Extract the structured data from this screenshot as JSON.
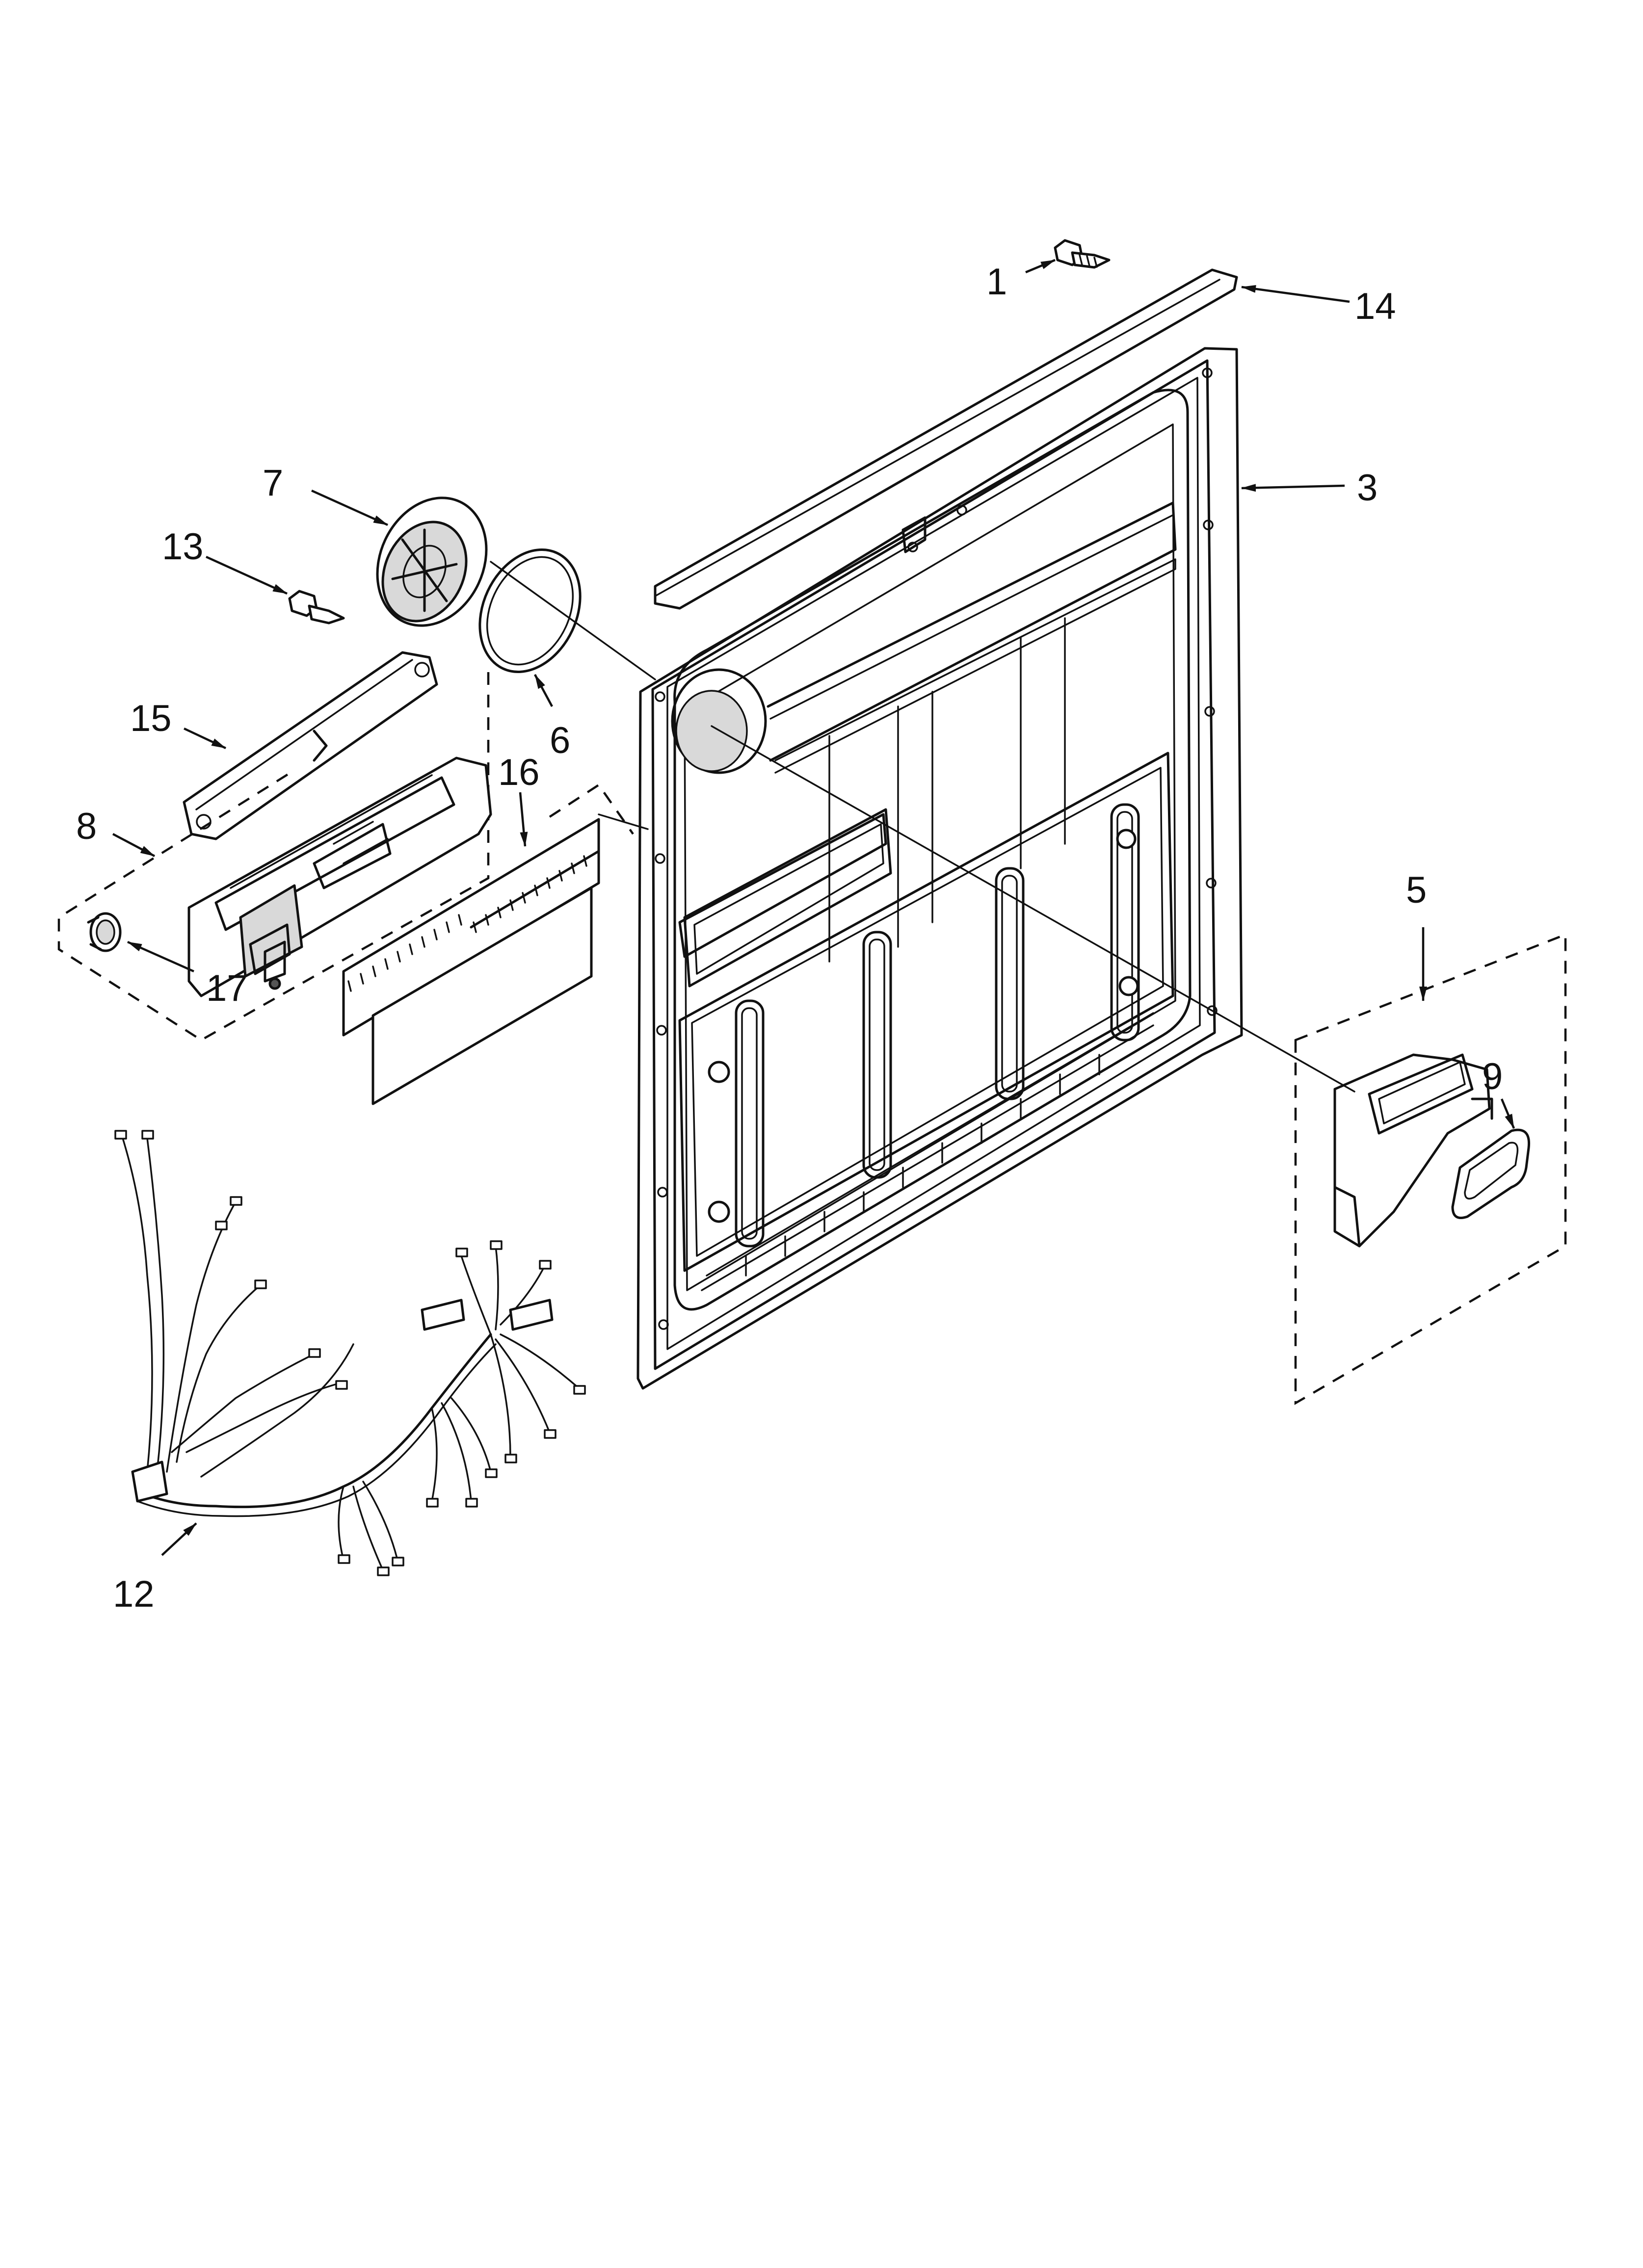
{
  "diagram": {
    "callouts": [
      {
        "id": "1",
        "text": "1"
      },
      {
        "id": "14",
        "text": "14"
      },
      {
        "id": "3",
        "text": "3"
      },
      {
        "id": "7",
        "text": "7"
      },
      {
        "id": "13",
        "text": "13"
      },
      {
        "id": "6",
        "text": "6"
      },
      {
        "id": "15",
        "text": "15"
      },
      {
        "id": "16",
        "text": "16"
      },
      {
        "id": "8",
        "text": "8"
      },
      {
        "id": "17",
        "text": "17"
      },
      {
        "id": "5",
        "text": "5"
      },
      {
        "id": "9",
        "text": "9"
      },
      {
        "id": "12",
        "text": "12"
      }
    ]
  }
}
